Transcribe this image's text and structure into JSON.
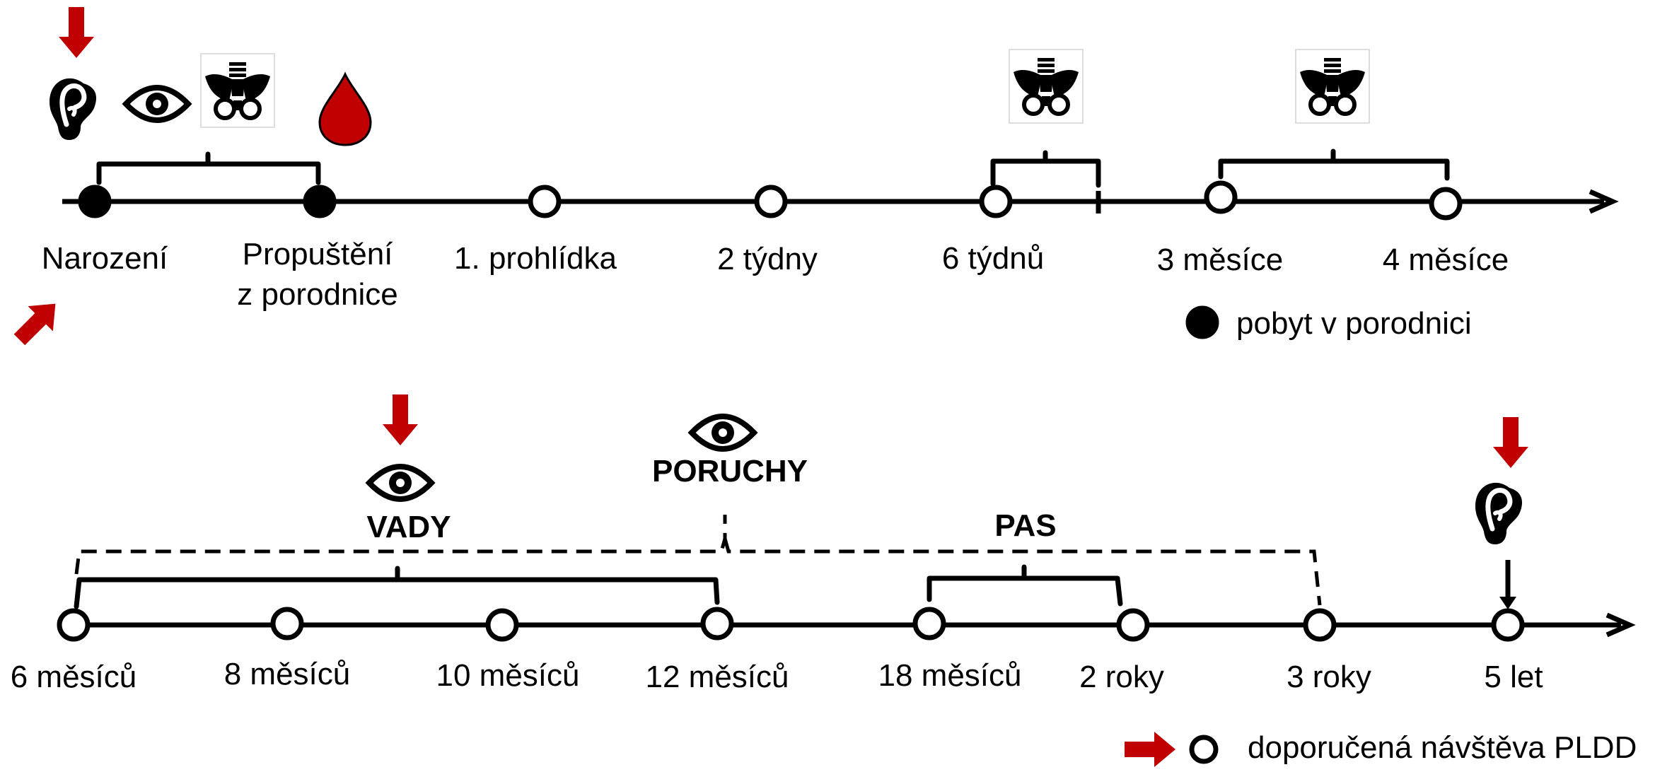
{
  "timeline_top": {
    "labels": {
      "birth": "Narození",
      "discharge_line1": "Propuštění",
      "discharge_line2": "z porodnice",
      "first_check": "1. prohlídka",
      "two_weeks": "2 týdny",
      "six_weeks": "6 týdnů",
      "three_months": "3 měsíce",
      "four_months": "4 měsíce"
    },
    "legend_filled": "pobyt v porodnici"
  },
  "timeline_bottom": {
    "labels": {
      "m6": "6 měsíců",
      "m8": "8 měsíců",
      "m10": "10 měsíců",
      "m12": "12 měsíců",
      "m18": "18 měsíců",
      "y2": "2 roky",
      "y3": "3 roky",
      "y5": "5 let"
    },
    "annotations": {
      "vady": "VADY",
      "poruchy": "PORUCHY",
      "pas": "PAS"
    },
    "legend_open": "doporučená návštěva PLDD"
  },
  "icons": [
    "ear-icon",
    "eye-icon",
    "pelvis-icon",
    "blood-drop-icon",
    "red-arrow-icon"
  ],
  "colors": {
    "accent_red": "#c00000",
    "line": "#000000"
  }
}
